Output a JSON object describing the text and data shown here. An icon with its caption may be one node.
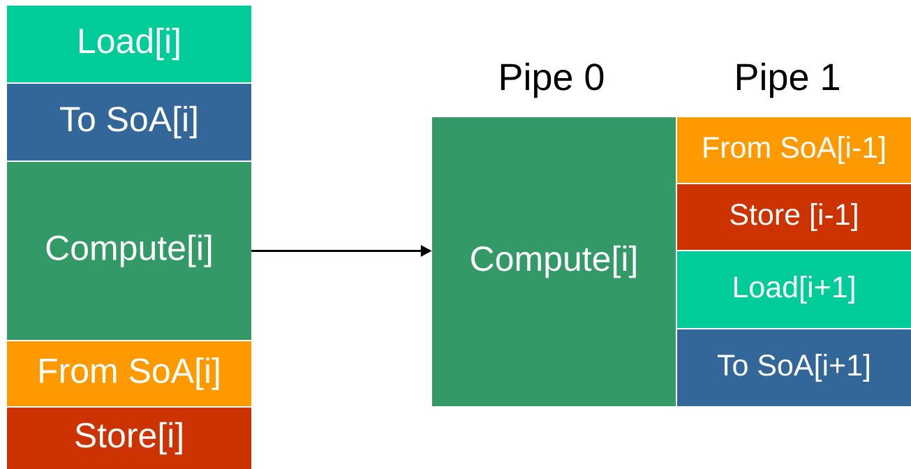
{
  "diagram": {
    "nodes": [
      {
        "text": [
          "Load[i]"
        ]
      },
      {
        "text": [
          "To SoA[i]"
        ]
      },
      {
        "text": [
          "Compute[i]"
        ]
      },
      {
        "text": [
          "From SoA[i]"
        ]
      },
      {
        "text": [
          "Store[i]"
        ]
      },
      {
        "text": [
          "Compute[i]"
        ]
      },
      {
        "text": [
          "From SoA[i-1]"
        ]
      },
      {
        "text": [
          "Store [i-1]"
        ]
      },
      {
        "text": [
          "Load[i+1]"
        ]
      },
      {
        "text": [
          "To SoA[i+1]"
        ]
      }
    ],
    "edges": [
      {
        "from": 2,
        "to": 5,
        "arrow": "to"
      }
    ],
    "labels": [
      "Pipe 0",
      "Pipe 1"
    ]
  }
}
